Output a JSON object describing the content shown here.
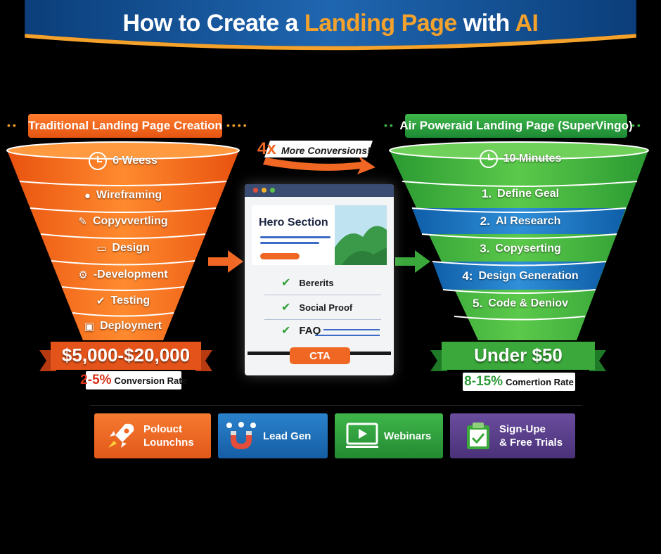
{
  "title": {
    "part1": "How to Create a",
    "highlight": "Landing Page",
    "part2": "with",
    "highlight2": "AI"
  },
  "left": {
    "ribbon": "Traditional Landing Page Creation",
    "time": "6 Weess",
    "steps": [
      {
        "icon": "speech-bubble-icon",
        "label": "Wireframing"
      },
      {
        "icon": "pen-icon",
        "label": "Copyvvertling"
      },
      {
        "icon": "monitor-icon",
        "label": "Design"
      },
      {
        "icon": "gear-icon",
        "label": "-Development"
      },
      {
        "icon": "check-badge-icon",
        "label": "Testing"
      },
      {
        "icon": "screen-icon",
        "label": "Deploymert"
      }
    ],
    "price": "$5,000-$20,000",
    "rate_pct": "2-5%",
    "rate_label": "Conversion Rate"
  },
  "right": {
    "ribbon": "Air Poweraid Landing Page (SuperVingo)",
    "time": "10 Minutes",
    "steps": [
      {
        "num": "1.",
        "label": "Define Geal"
      },
      {
        "num": "2.",
        "label": "AI Research"
      },
      {
        "num": "3.",
        "label": "Copyserting"
      },
      {
        "num": "4:",
        "label": "Design Generation"
      },
      {
        "num": "5.",
        "label": "Code & Deniov"
      }
    ],
    "price": "Under $50",
    "rate_pct": "8-15%",
    "rate_label": "Comertion Rate"
  },
  "middle": {
    "conversions_num": "4x",
    "conversions_text": "More Conversions!",
    "hero_title": "Hero Section",
    "items": [
      "Bererits",
      "Social Proof",
      "FAQ"
    ],
    "cta": "CTA"
  },
  "cards": [
    {
      "icon": "rocket-icon",
      "line1": "Polouct",
      "line2": "Lounchns",
      "color": "#f06724"
    },
    {
      "icon": "magnet-icon",
      "line1": "Lead Gen",
      "line2": "",
      "color": "#1f6fb8"
    },
    {
      "icon": "video-player-icon",
      "line1": "Webinars",
      "line2": "",
      "color": "#2e9a3a"
    },
    {
      "icon": "clipboard-check-icon",
      "line1": "Sign-Upe",
      "line2": "& Free Trials",
      "color": "#5a3f8c"
    }
  ],
  "colors": {
    "orange": "#f06724",
    "green": "#2e9a3a",
    "blue": "#1f6fb8",
    "purple": "#5a3f8c",
    "accent": "#f4a22c"
  }
}
